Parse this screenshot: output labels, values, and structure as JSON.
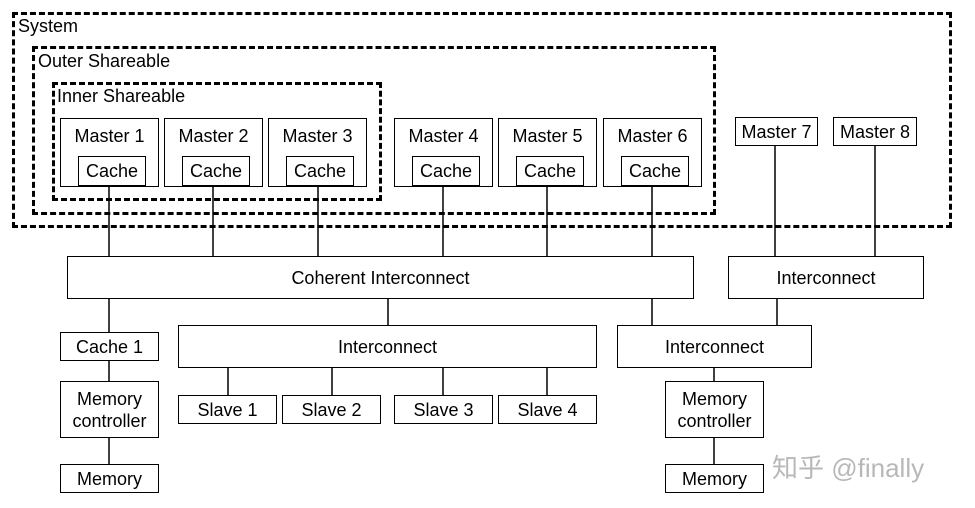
{
  "regions": {
    "system": "System",
    "outer_shareable": "Outer Shareable",
    "inner_shareable": "Inner Shareable"
  },
  "masters": [
    {
      "label": "Master 1",
      "cache": "Cache"
    },
    {
      "label": "Master 2",
      "cache": "Cache"
    },
    {
      "label": "Master 3",
      "cache": "Cache"
    },
    {
      "label": "Master 4",
      "cache": "Cache"
    },
    {
      "label": "Master 5",
      "cache": "Cache"
    },
    {
      "label": "Master 6",
      "cache": "Cache"
    },
    {
      "label": "Master 7"
    },
    {
      "label": "Master 8"
    }
  ],
  "coherent_interconnect": "Coherent Interconnect",
  "right_interconnect": "Interconnect",
  "left_path": {
    "cache": "Cache 1",
    "memory_controller": [
      "Memory",
      "controller"
    ],
    "memory": "Memory"
  },
  "middle_interconnect": "Interconnect",
  "slaves": [
    "Slave 1",
    "Slave 2",
    "Slave 3",
    "Slave 4"
  ],
  "right_path": {
    "interconnect": "Interconnect",
    "memory_controller": [
      "Memory",
      "controller"
    ],
    "memory": "Memory"
  },
  "watermark": "知乎 @finally"
}
